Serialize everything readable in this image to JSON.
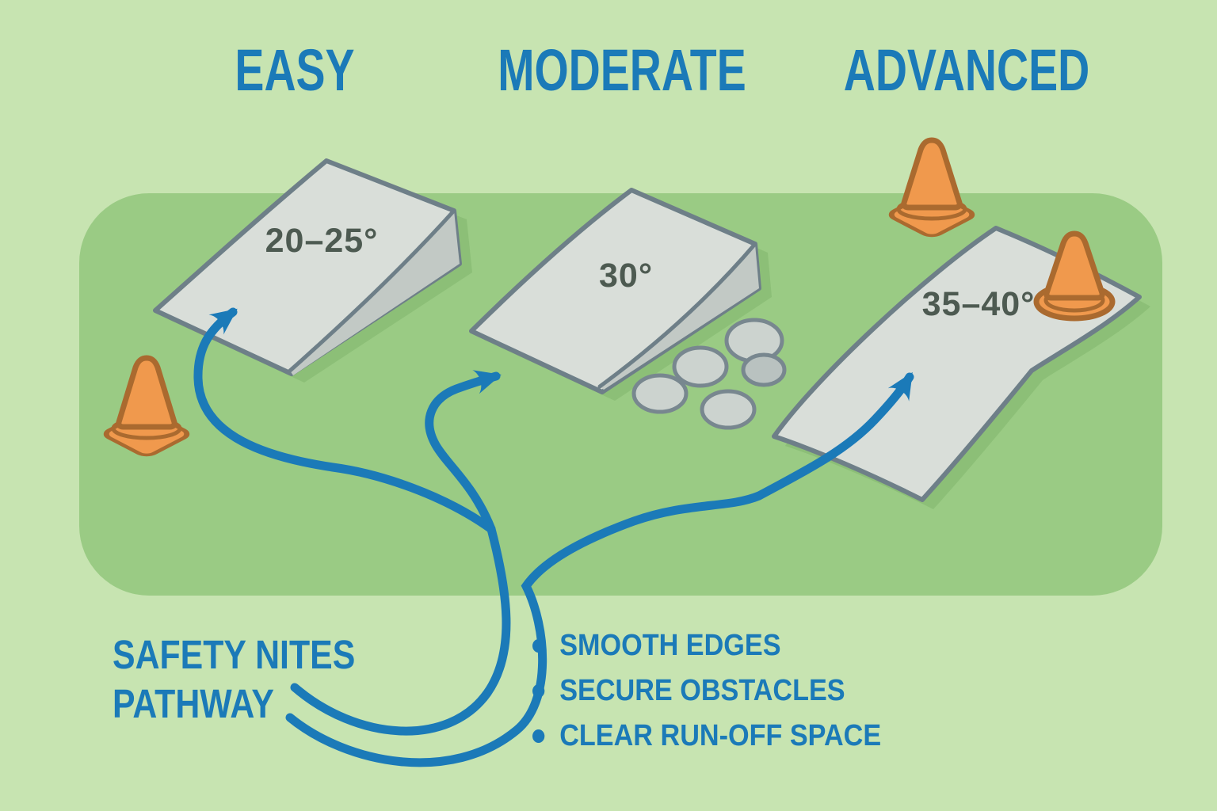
{
  "ramps": [
    {
      "level": "EASY",
      "angle": "20–25°"
    },
    {
      "level": "MODERATE",
      "angle": "30°"
    },
    {
      "level": "ADVANCED",
      "angle": "35–40°"
    }
  ],
  "safety": {
    "title_line1": "SAFETY NITES",
    "title_line2": "PATHWAY",
    "items": [
      "SMOOTH EDGES",
      "SECURE OBSTACLES",
      "CLEAR RUN-OFF SPACE"
    ]
  },
  "icons": {
    "cone": "traffic-cone-icon",
    "rocks": "rocks-icon",
    "arrow": "curved-pathway-arrow-icon"
  },
  "colors": {
    "bg_green": "#c7e4b1",
    "band_green": "#9acb84",
    "accent_blue": "#1b7ab8",
    "label_gray": "#4d5a51",
    "ramp_fill": "#d9ded9",
    "ramp_side": "#c2c9c5",
    "ramp_outline": "#6e7f88",
    "rock_fill": "#ccd3cf",
    "rock_dark": "#b9c2c0",
    "rock_outline": "#78878f",
    "cone_orange": "#f0994d",
    "cone_outline": "#aa6a2f",
    "shadow_green": "#74a95f"
  }
}
